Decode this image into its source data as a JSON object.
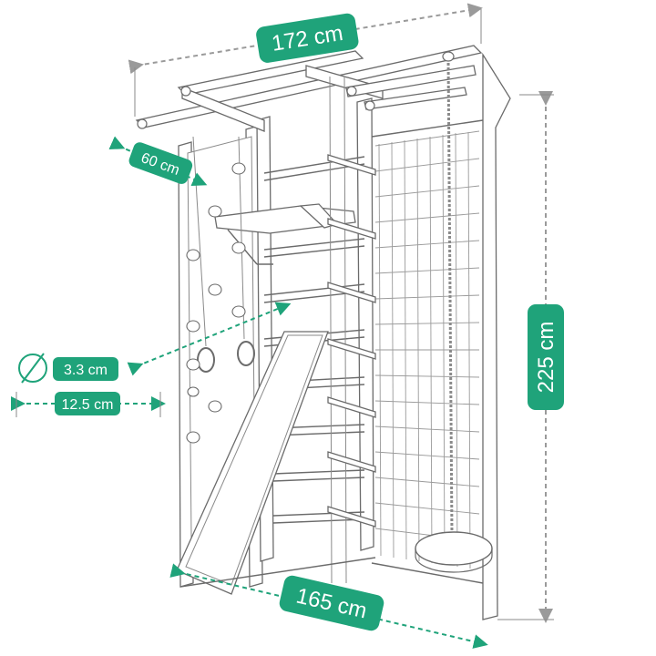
{
  "colors": {
    "accent": "#1fa37a",
    "dimension_line": "#9a9a9a",
    "outline": "#6b6b6b"
  },
  "dimensions": {
    "width_top": "172 cm",
    "depth": "60 cm",
    "height": "225 cm",
    "width_bottom": "165 cm",
    "rung_diameter": "3.3 cm",
    "rung_spacing": "12.5 cm"
  },
  "icons": {
    "diameter": "diameter-icon"
  }
}
